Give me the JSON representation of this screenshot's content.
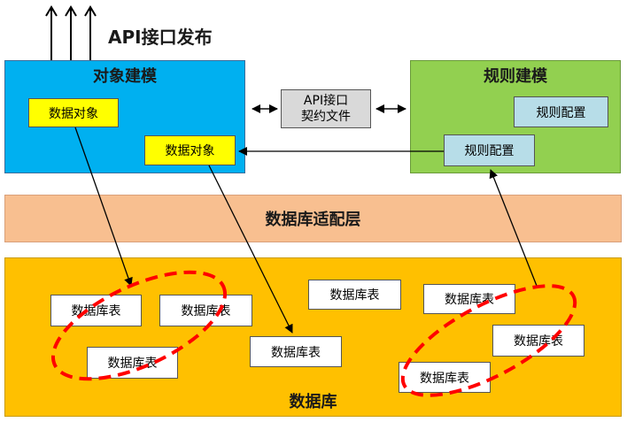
{
  "publish": {
    "label": "API接口发布"
  },
  "object_modeling": {
    "title": "对象建模",
    "obj1": "数据对象",
    "obj2": "数据对象"
  },
  "contract": {
    "line1": "API接口",
    "line2": "契约文件"
  },
  "rule_modeling": {
    "title": "规则建模",
    "cfg1": "规则配置",
    "cfg2": "规则配置"
  },
  "adapter": {
    "label": "数据库适配层"
  },
  "database": {
    "title": "数据库",
    "tables": [
      "数据库表",
      "数据库表",
      "数据库表",
      "数据库表",
      "数据库表",
      "数据库表",
      "数据库表",
      "数据库表"
    ]
  },
  "colors": {
    "object_modeling": "#00b0f0",
    "rule_modeling": "#92d050",
    "adapter": "#f8bf90",
    "database": "#ffc000",
    "data_object": "#ffff00",
    "rule_config": "#b7dde8",
    "contract": "#d9d9d9",
    "grouping_ellipse": "#ff0000"
  }
}
